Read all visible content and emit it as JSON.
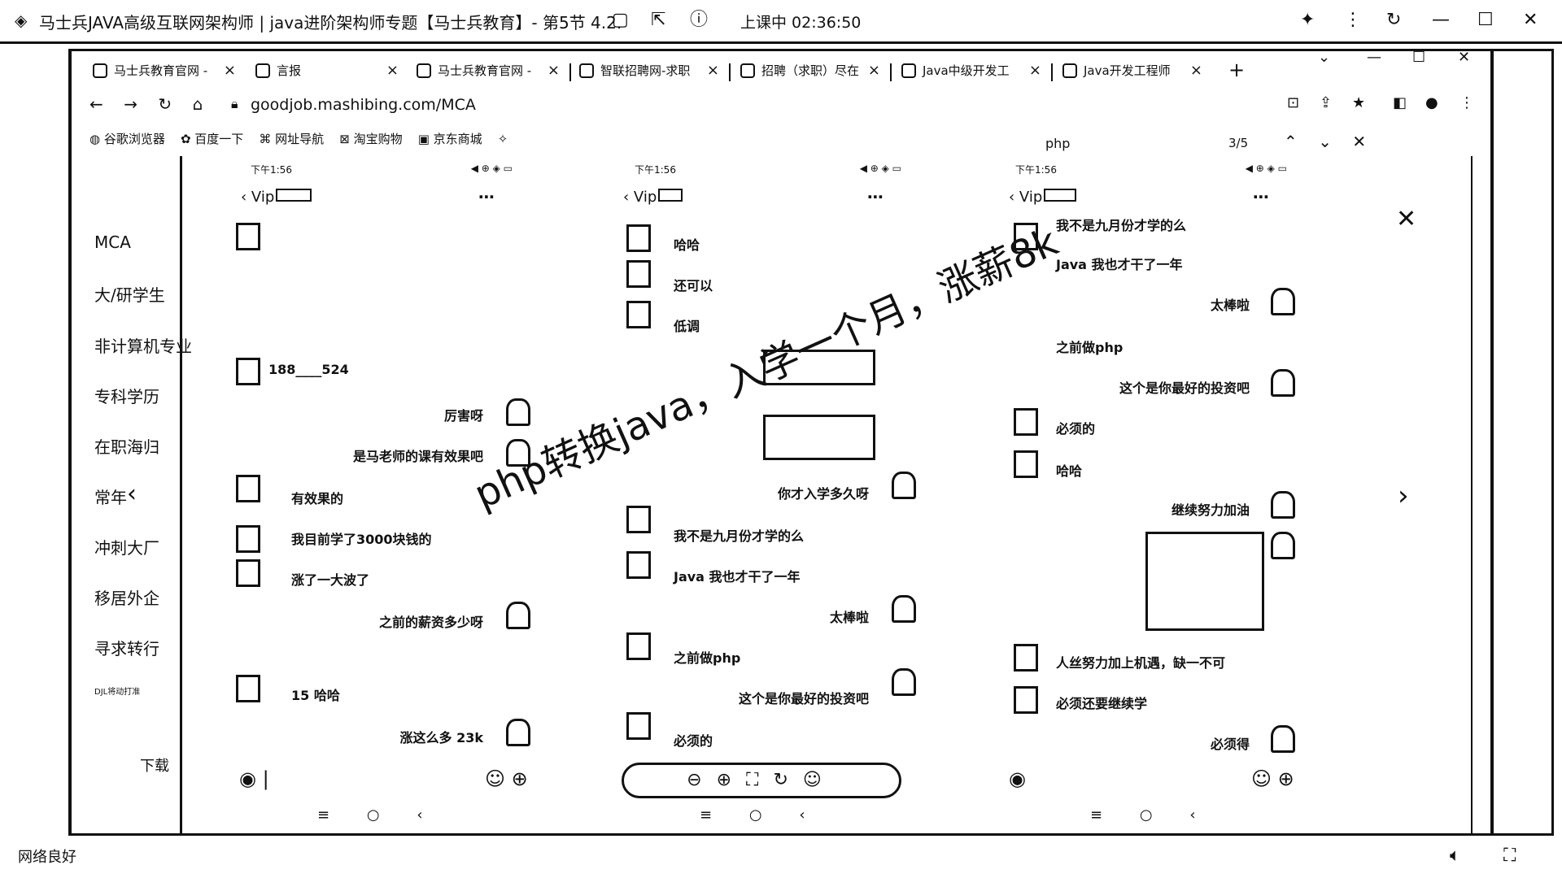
{
  "window": {
    "title": "马士兵JAVA高级互联网架构师 | java进阶架构师专题【马士兵教育】- 第5节 4.2.",
    "live_status": "上课中 02:36:50"
  },
  "tabs": [
    {
      "label": "马士兵教育官网 -"
    },
    {
      "label": "言报"
    },
    {
      "label": "马士兵教育官网 -"
    },
    {
      "label": "智联招聘网-求职"
    },
    {
      "label": "招聘（求职）尽在"
    },
    {
      "label": "Java中级开发工"
    },
    {
      "label": "Java开发工程师"
    }
  ],
  "address_bar": {
    "url": "goodjob.mashibing.com/MCA"
  },
  "bookmarks": [
    "谷歌浏览器",
    "百度一下",
    "网址导航",
    "淘宝购物",
    "京东商城"
  ],
  "find_bar": {
    "query": "php",
    "count": "3/5"
  },
  "sidebar": {
    "items": [
      "MCA",
      "大/研学生",
      "非计算机专业",
      "专科学历",
      "在职海归",
      "常年",
      "冲刺大厂",
      "移居外企",
      "寻求转行",
      "DJL将动打准",
      "下载"
    ]
  },
  "phones": [
    {
      "time": "下午1:56",
      "title": "Vip",
      "messages": [
        {
          "side": "left",
          "text": "188____524"
        },
        {
          "side": "right",
          "text": "厉害呀"
        },
        {
          "side": "right",
          "text": "是马老师的课有效果吧"
        },
        {
          "side": "left",
          "text": "有效果的"
        },
        {
          "side": "left",
          "text": "我目前学了3000块钱的"
        },
        {
          "side": "left",
          "text": "涨了一大波了"
        },
        {
          "side": "right",
          "text": "之前的薪资多少呀"
        },
        {
          "side": "left",
          "text": "15 哈哈"
        },
        {
          "side": "right",
          "text": "涨这么多 23k"
        }
      ]
    },
    {
      "time": "下午1:56",
      "title": "Vip",
      "messages": [
        {
          "side": "left",
          "text": "哈哈"
        },
        {
          "side": "left",
          "text": "还可以"
        },
        {
          "side": "left",
          "text": "低调"
        },
        {
          "side": "right",
          "text": "你才入学多久呀"
        },
        {
          "side": "left",
          "text": "我不是九月份才学的么"
        },
        {
          "side": "left",
          "text": "Java 我也才干了一年"
        },
        {
          "side": "right",
          "text": "太棒啦"
        },
        {
          "side": "left",
          "text": "之前做php"
        },
        {
          "side": "right",
          "text": "这个是你最好的投资吧"
        },
        {
          "side": "left",
          "text": "必须的"
        }
      ]
    },
    {
      "time": "下午1:56",
      "title": "Vip",
      "messages": [
        {
          "side": "left",
          "text": "我不是九月份才学的么"
        },
        {
          "side": "left",
          "text": "Java 我也才干了一年"
        },
        {
          "side": "right",
          "text": "太棒啦"
        },
        {
          "side": "left",
          "text": "之前做php"
        },
        {
          "side": "right",
          "text": "这个是你最好的投资吧"
        },
        {
          "side": "left",
          "text": "必须的"
        },
        {
          "side": "left",
          "text": "哈哈"
        },
        {
          "side": "right",
          "text": "继续努力加油"
        },
        {
          "side": "left",
          "text": "人丝努力加上机遇，缺一不可"
        },
        {
          "side": "left",
          "text": "必须还要继续学"
        },
        {
          "side": "right",
          "text": "必须得"
        }
      ]
    }
  ],
  "watermark": "php转换java，入学一个月，涨薪8k",
  "statusbar": {
    "text": "网络良好"
  }
}
